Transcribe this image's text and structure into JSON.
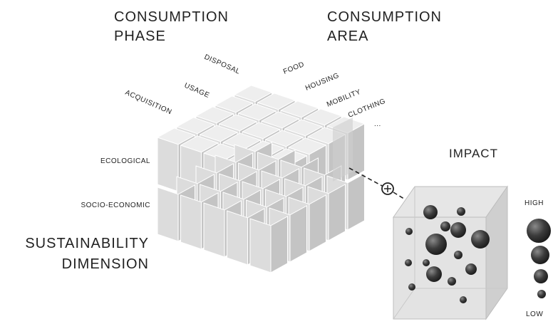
{
  "headings": {
    "consumption_phase": [
      "CONSUMPTION",
      "PHASE"
    ],
    "consumption_area": [
      "CONSUMPTION",
      "AREA"
    ],
    "sustainability_dimension": [
      "SUSTAINABILITY",
      "DIMENSION"
    ],
    "impact": "IMPACT"
  },
  "phases": [
    "ACQUISITION",
    "USAGE",
    "DISPOSAL"
  ],
  "areas": [
    "FOOD",
    "HOUSING",
    "MOBILITY",
    "CLOTHING",
    "..."
  ],
  "dimensions": [
    "ECOLOGICAL",
    "SOCIO-ECONOMIC"
  ],
  "impact_scale": {
    "high": "HIGH",
    "low": "LOW"
  },
  "colors": {
    "cube_top": "#eeeeee",
    "cube_front": "#dcdcdc",
    "cube_side": "#c4c4c4",
    "bubble": "#3a3a3a",
    "text": "#222222"
  }
}
